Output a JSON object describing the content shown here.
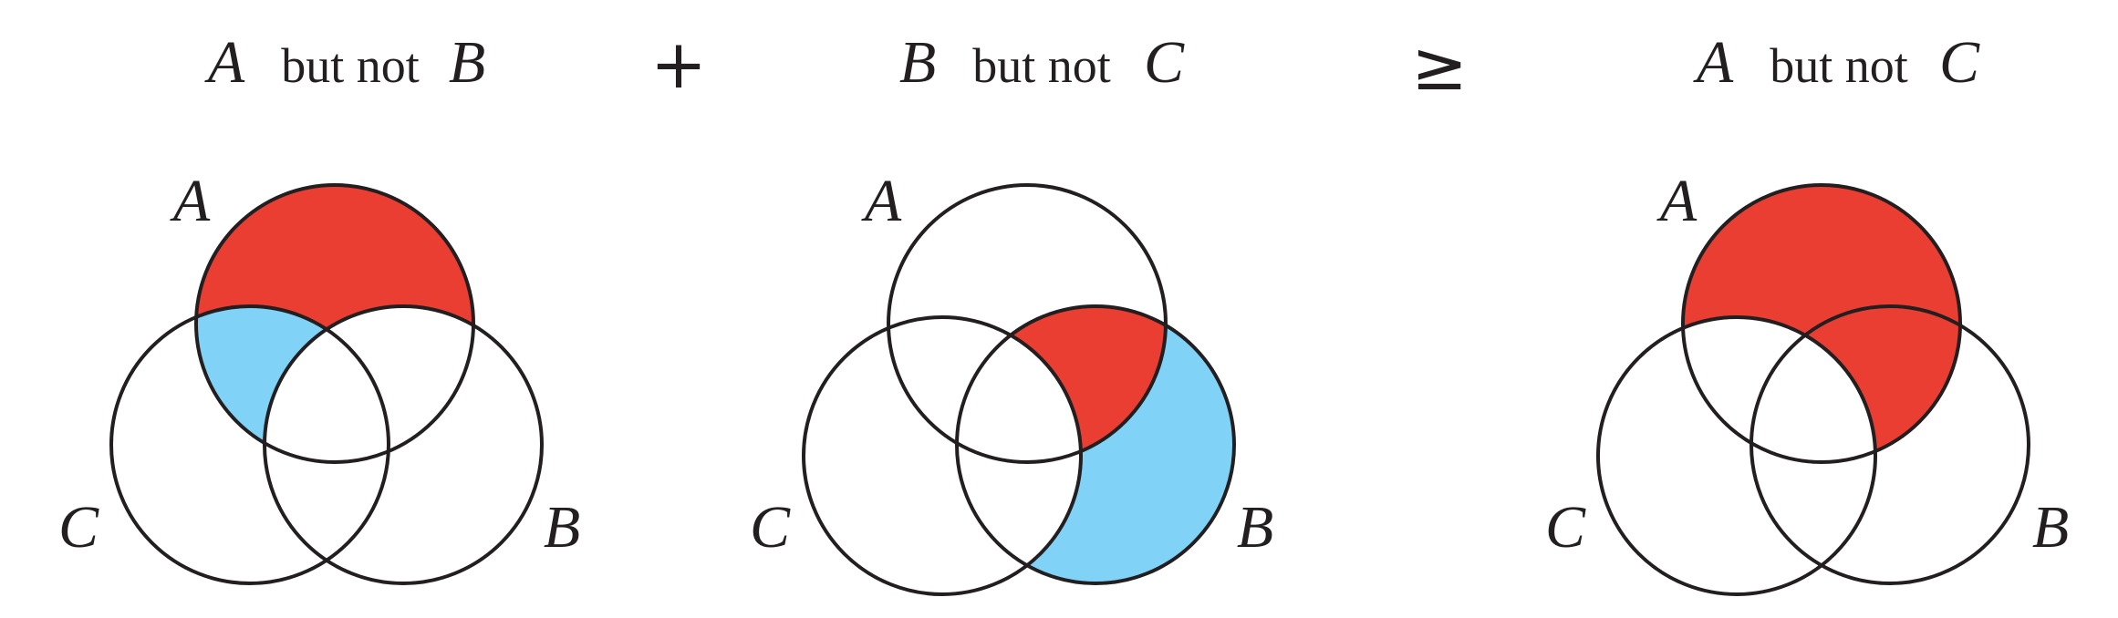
{
  "titles": [
    {
      "v1": "A",
      "words": "but not",
      "v2": "B"
    },
    {
      "v1": "B",
      "words": "but not",
      "v2": "C"
    },
    {
      "v1": "A",
      "words": "but not",
      "v2": "C"
    }
  ],
  "operators": {
    "plus": "+",
    "geq": "≥"
  },
  "panels": [
    {
      "label_a": "A",
      "label_b": "B",
      "label_c": "C"
    },
    {
      "label_a": "A",
      "label_b": "B",
      "label_c": "C"
    },
    {
      "label_a": "A",
      "label_b": "B",
      "label_c": "C"
    }
  ],
  "colors": {
    "red": "#ea3e32",
    "blue": "#80d3f6",
    "stroke": "#231f20"
  }
}
